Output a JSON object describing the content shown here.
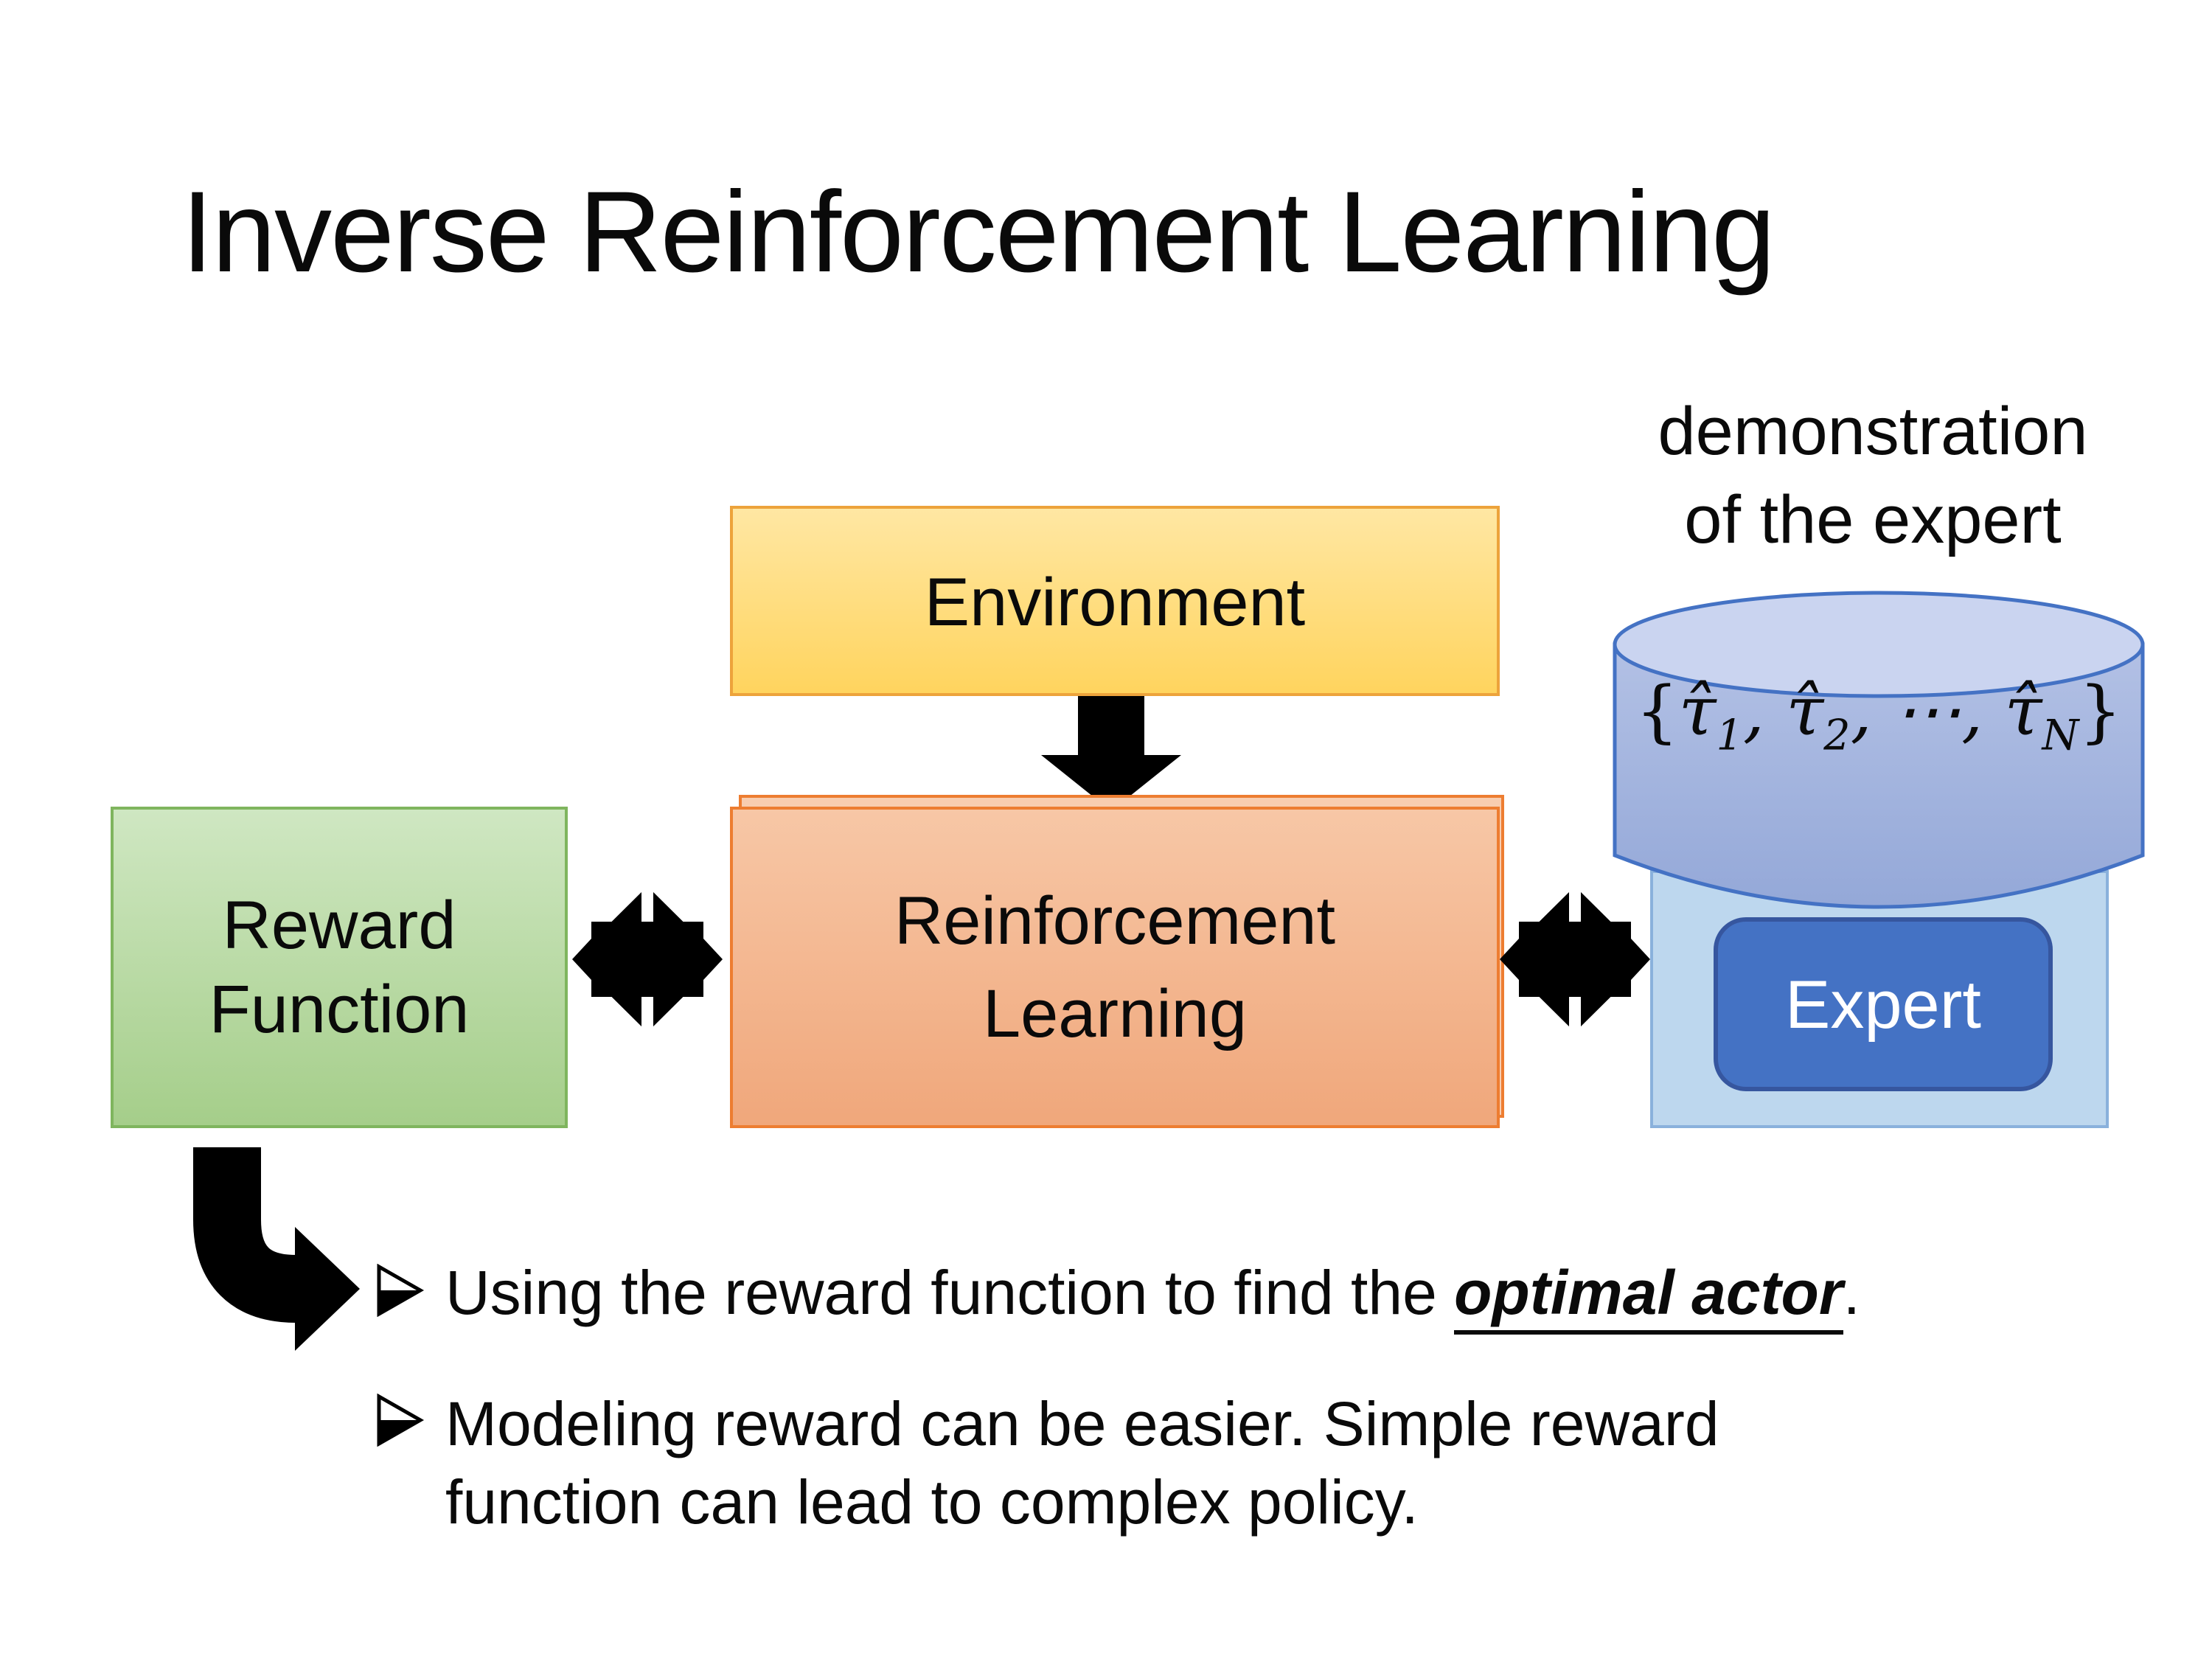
{
  "slide": {
    "title": "Inverse Reinforcement Learning",
    "background": "#FFFFFF"
  },
  "diagram": {
    "demo_label": {
      "line1": "demonstration",
      "line2": "of the expert"
    },
    "environment_box": {
      "label": "Environment",
      "fill_top": "#FFE7A3",
      "fill_bottom": "#FFD45E",
      "border": "#EDA33B"
    },
    "reward_box": {
      "line1": "Reward",
      "line2": "Function",
      "fill_top": "#CFE7C2",
      "fill_bottom": "#A5CE8A",
      "border": "#7FB55E"
    },
    "rl_box": {
      "line1": "Reinforcement",
      "line2": "Learning",
      "fill_top": "#F7C7A6",
      "fill_bottom": "#F0A77B",
      "border": "#ED7D31"
    },
    "expert_panel": {
      "fill": "#BDD7EE",
      "border": "#8AB1DC"
    },
    "expert_box": {
      "label": "Expert",
      "fill": "#4472C4",
      "border": "#36569F",
      "text_color": "#FFFFFF"
    },
    "database": {
      "fill_top_ellipse": "#CAD4F0",
      "fill_body_top": "#B3C1E5",
      "fill_body_bottom": "#94A8D8",
      "border": "#4472C4",
      "formula": {
        "open": "{",
        "tau1": "τ̂",
        "sub1": "1",
        "comma1": ", ",
        "tau2": "τ̂",
        "sub2": "2",
        "comma2": ", ",
        "dots": "⋯",
        "comma3": ", ",
        "tauN": "τ̂",
        "subN": "N",
        "close": "}"
      }
    },
    "arrows": {
      "color": "#000000"
    }
  },
  "bullets": {
    "item1": {
      "prefix": "Using the reward function to find the ",
      "emphasis": "optimal actor",
      "suffix": "."
    },
    "item2": {
      "line1": "Modeling reward can be easier. Simple reward",
      "line2": "function can lead to complex policy."
    }
  }
}
